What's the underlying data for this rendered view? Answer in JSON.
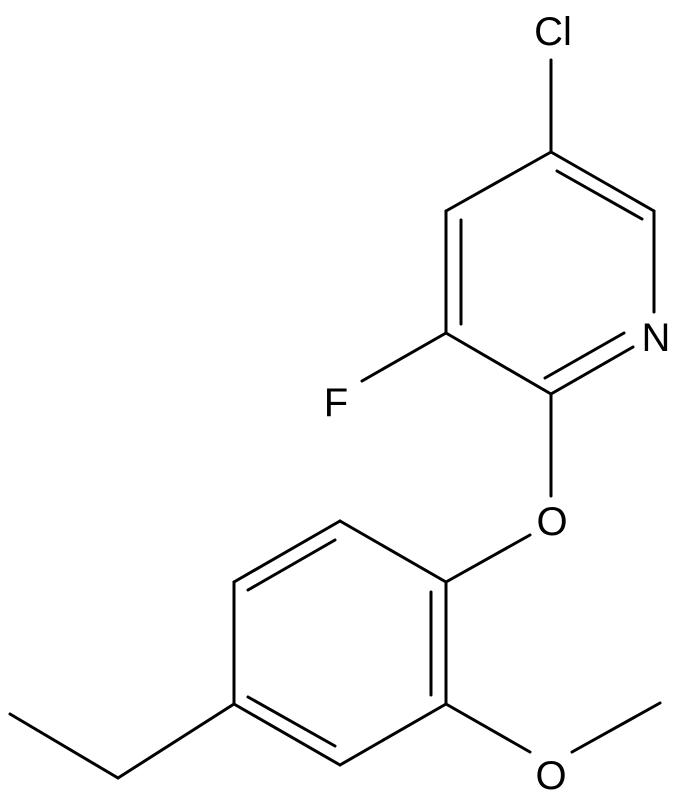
{
  "molecule": {
    "atoms": {
      "cl": "Cl",
      "n": "N",
      "f": "F",
      "o_ether": "O",
      "o_methoxy": "O"
    }
  },
  "colors": {
    "bond": "#000000",
    "label": "#000000",
    "background": "#ffffff"
  }
}
